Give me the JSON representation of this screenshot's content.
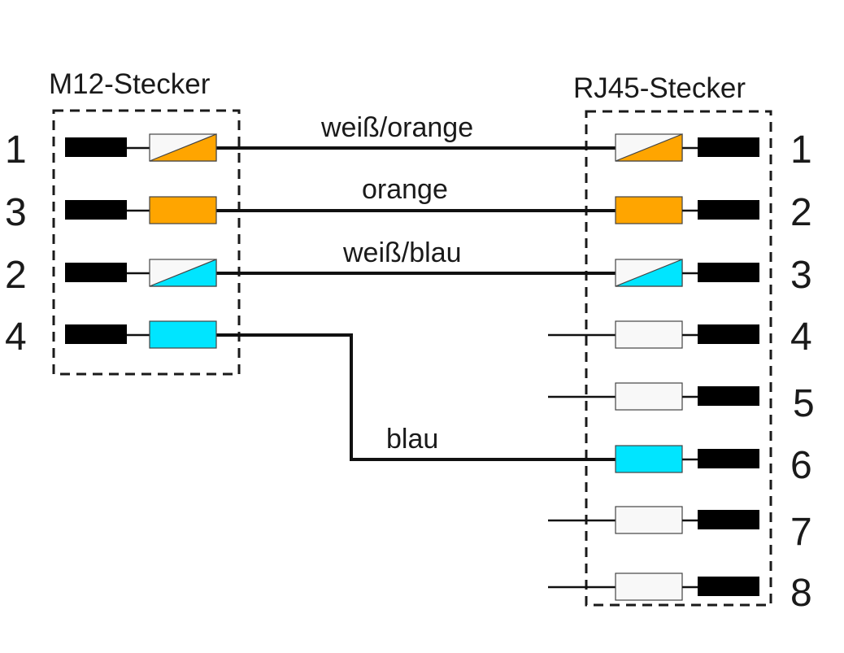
{
  "colors": {
    "orange": "#ffa500",
    "blue": "#00e5ff",
    "white": "#f8f8f8",
    "black": "#000000",
    "wire": "#111111"
  },
  "m12": {
    "title": "M12-Stecker",
    "pins": [
      {
        "number": "1",
        "color": "white/orange"
      },
      {
        "number": "3",
        "color": "orange"
      },
      {
        "number": "2",
        "color": "white/blue"
      },
      {
        "number": "4",
        "color": "blue"
      }
    ]
  },
  "rj45": {
    "title": "RJ45-Stecker",
    "pins": [
      {
        "number": "1",
        "color": "white/orange"
      },
      {
        "number": "2",
        "color": "orange"
      },
      {
        "number": "3",
        "color": "white/blue"
      },
      {
        "number": "4",
        "color": "white"
      },
      {
        "number": "5",
        "color": "white"
      },
      {
        "number": "6",
        "color": "blue"
      },
      {
        "number": "7",
        "color": "white"
      },
      {
        "number": "8",
        "color": "white"
      }
    ]
  },
  "wires": [
    {
      "label": "weiß/orange",
      "from_m12_pin": "1",
      "to_rj45_pin": "1"
    },
    {
      "label": "orange",
      "from_m12_pin": "3",
      "to_rj45_pin": "2"
    },
    {
      "label": "weiß/blau",
      "from_m12_pin": "2",
      "to_rj45_pin": "3"
    },
    {
      "label": "blau",
      "from_m12_pin": "4",
      "to_rj45_pin": "6"
    }
  ]
}
